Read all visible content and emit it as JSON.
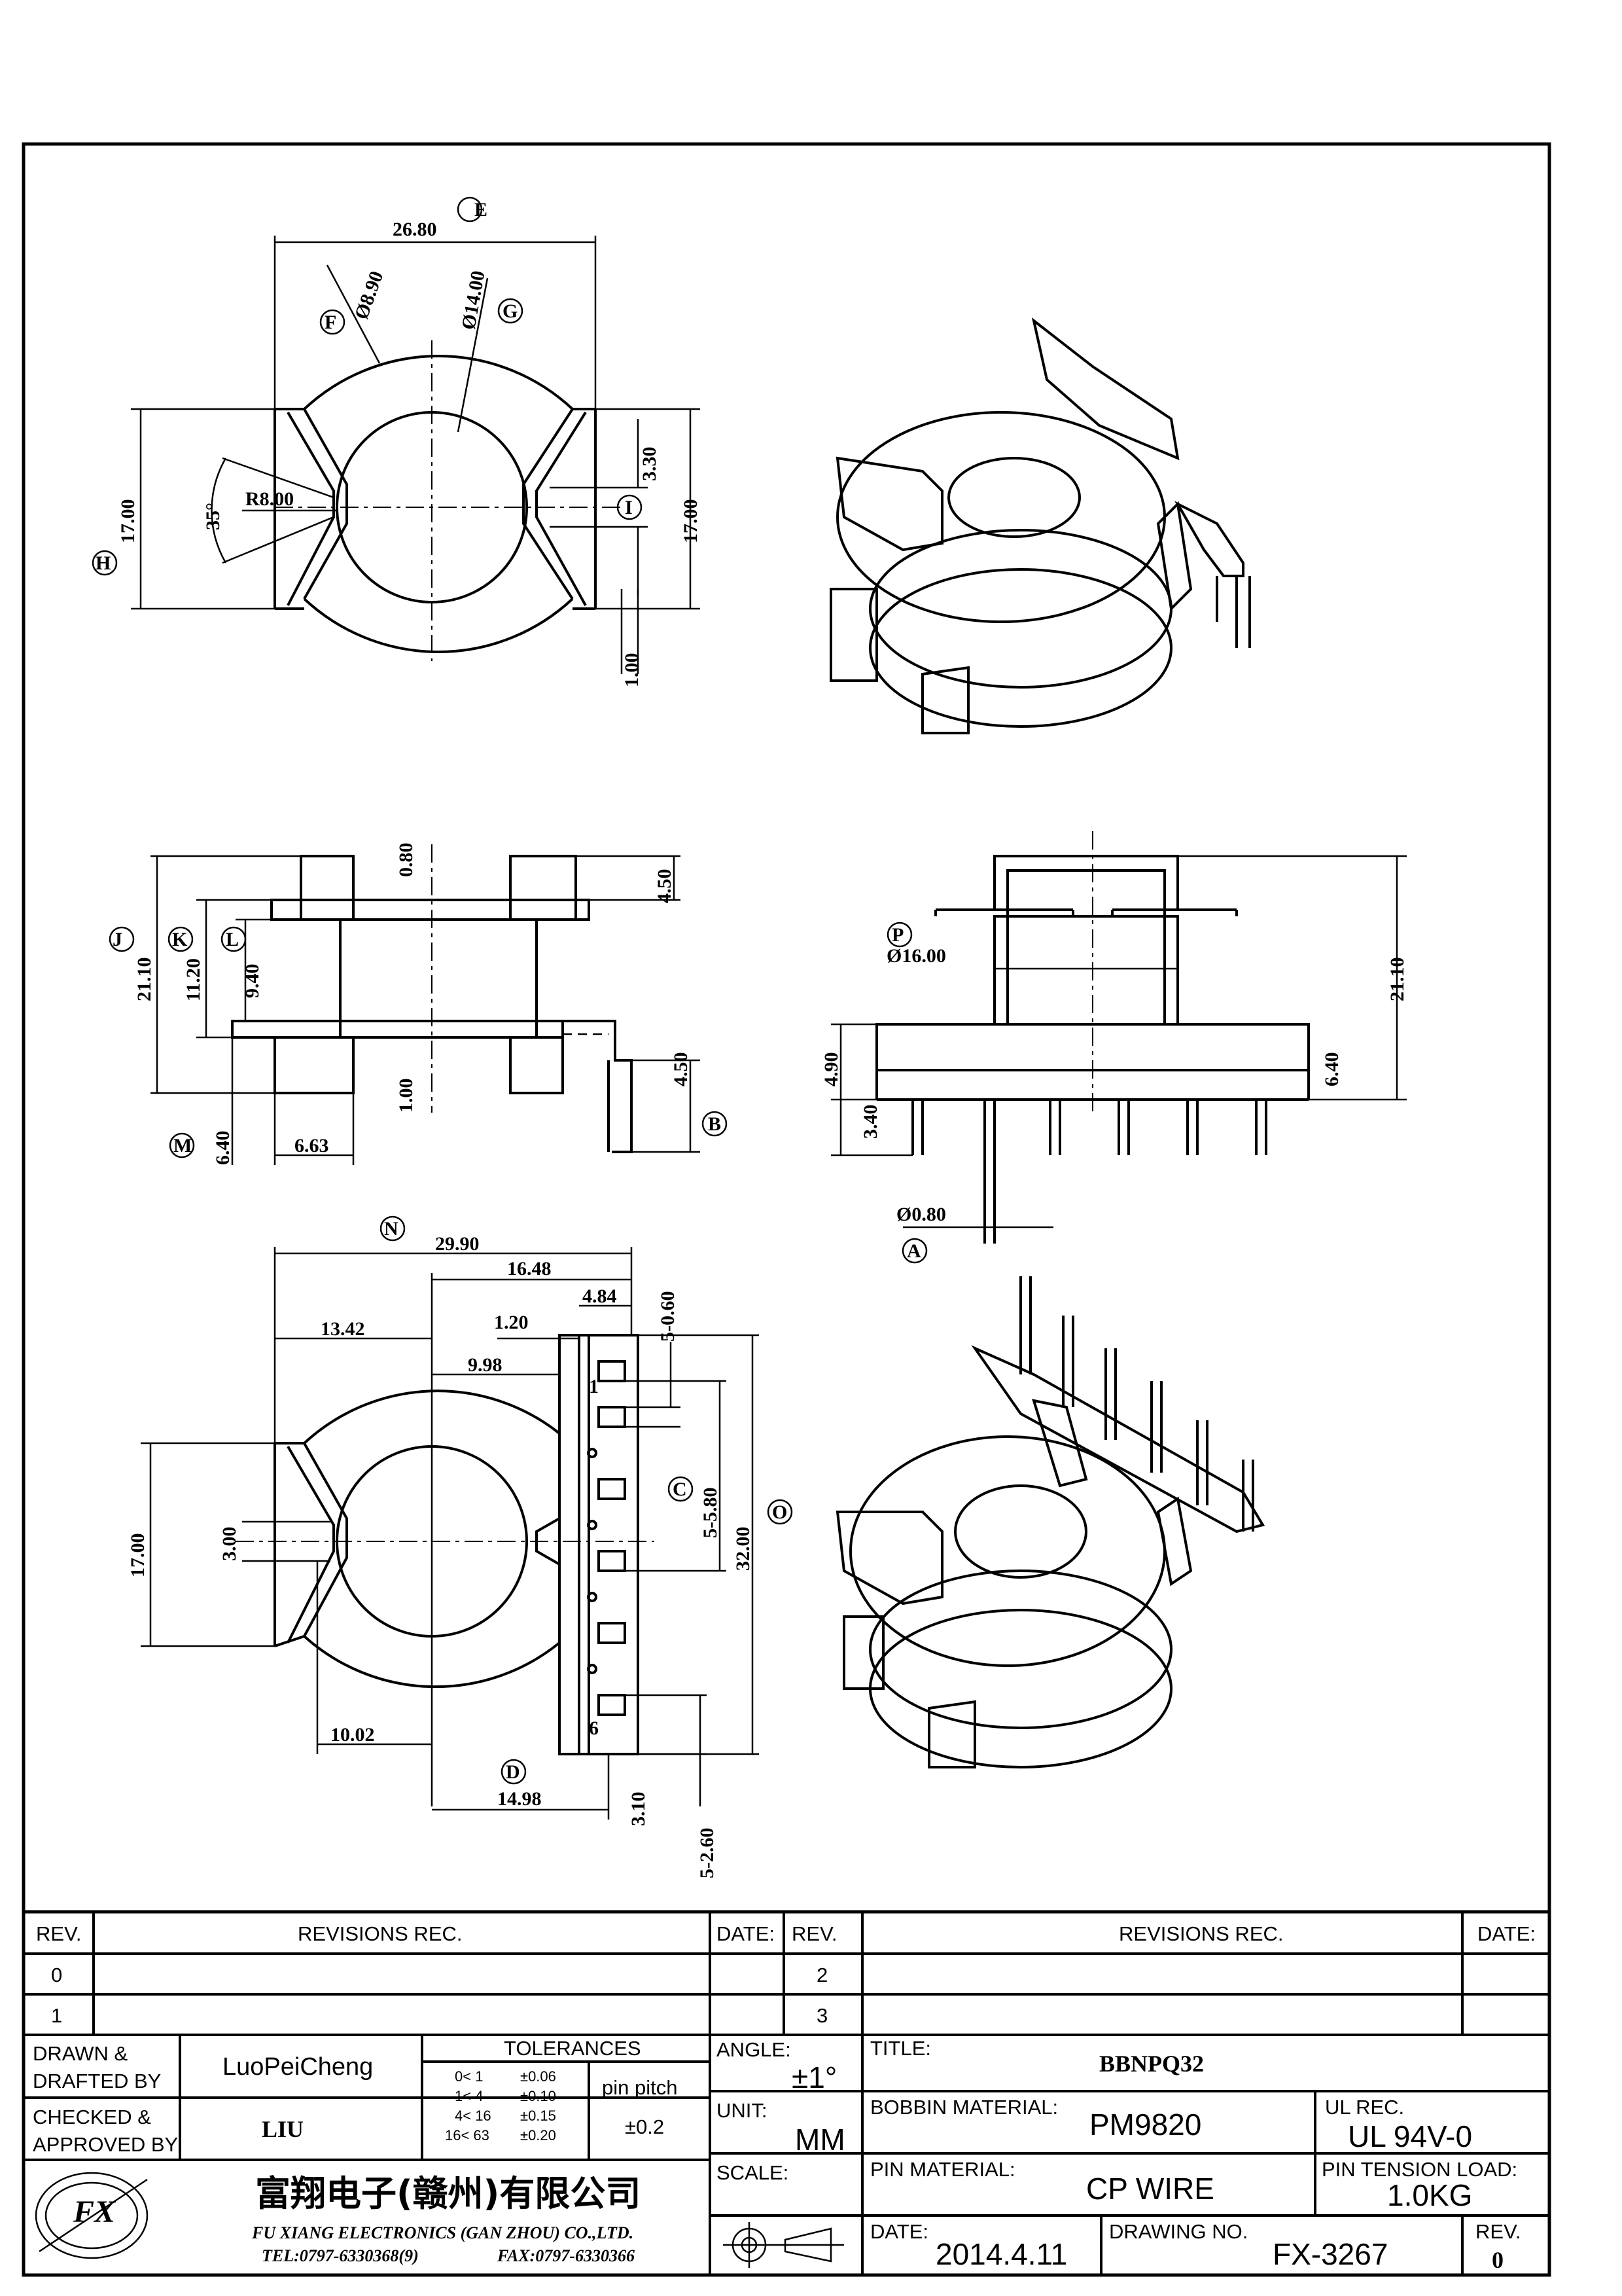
{
  "drawing": {
    "top_view": {
      "E": "E",
      "F": "F",
      "G": "G",
      "H": "H",
      "I": "I",
      "dim_width": "26.80",
      "dim_f": "Ø8.90",
      "dim_g": "Ø14.00",
      "dim_h": "17.00",
      "dim_angle": "35°",
      "dim_r": "R8.00",
      "dim_i": "3.30",
      "dim_right": "17.00",
      "dim_bottom": "1.00"
    },
    "side_view": {
      "J": "J",
      "K": "K",
      "L": "L",
      "M": "M",
      "B": "B",
      "dim_j": "21.10",
      "dim_k": "11.20",
      "dim_l": "9.40",
      "dim_m": "6.40",
      "dim_base": "6.63",
      "dim_top_flange": "0.80",
      "dim_top_h": "4.50",
      "dim_bot_flange": "1.00",
      "dim_b": "4.50"
    },
    "front_view": {
      "P": "P",
      "A": "A",
      "dim_p": "Ø16.00",
      "dim_pin_dia": "Ø0.80",
      "dim_total": "21.10",
      "dim_base_left": "4.90",
      "dim_pin_len": "3.40",
      "dim_base_right": "6.40"
    },
    "bottom_view": {
      "N": "N",
      "C": "C",
      "O": "O",
      "D": "D",
      "dim_n": "29.90",
      "dim_1648": "16.48",
      "dim_484": "4.84",
      "dim_1342": "13.42",
      "dim_120": "1.20",
      "dim_998": "9.98",
      "dim_17": "17.00",
      "dim_3": "3.00",
      "dim_1002": "10.02",
      "dim_d": "14.98",
      "dim_c": "5-5.80",
      "dim_o": "32.00",
      "dim_top_pin": "5-0.60",
      "dim_310": "3.10",
      "dim_bot_pin": "5-2.60",
      "pin1": "1",
      "pin6": "6"
    }
  },
  "title_block": {
    "rev_header": "REV.",
    "revisions_header": "REVISIONS   REC.",
    "date_header": "DATE:",
    "rev_header2": "REV.",
    "revisions_header2": "REVISIONS   REC.",
    "date_header2": "DATE:",
    "rev_rows": [
      "0",
      "1"
    ],
    "rev_rows2": [
      "2",
      "3"
    ],
    "drawn_label": "DRAWN  &\nDRAFTED  BY",
    "drawn_value": "LuoPeiCheng",
    "checked_label": "CHECKED  &\nAPPROVED  BY",
    "checked_value": "LIU",
    "tolerances_label": "TOLERANCES",
    "tolerances": [
      {
        "range": "0<   1",
        "value": "±0.06"
      },
      {
        "range": "1<   4",
        "value": "±0.10"
      },
      {
        "range": "4<   16",
        "value": "±0.15"
      },
      {
        "range": "16<   63",
        "value": "±0.20"
      }
    ],
    "pin_pitch_label": "pin  pitch",
    "pin_pitch_value": "±0.2",
    "angle_label": "ANGLE:",
    "angle_value": "±1°",
    "unit_label": "UNIT:",
    "unit_value": "MM",
    "scale_label": "SCALE:",
    "title_label": "TITLE:",
    "title_value": "BBNPQ32",
    "bobbin_material_label": "BOBBIN  MATERIAL:",
    "bobbin_material_value": "PM9820",
    "ul_label": "UL  REC.",
    "ul_value": "UL  94V-0",
    "pin_material_label": "PIN  MATERIAL:",
    "pin_material_value": "CP  WIRE",
    "pin_tension_label": "PIN  TENSION  LOAD:",
    "pin_tension_value": "1.0KG",
    "date_label": "DATE:",
    "date_value": "2014.4.11",
    "drawing_no_label": "DRAWING  NO.",
    "drawing_no_value": "FX-3267",
    "rev_label": "REV.",
    "rev_value": "0",
    "company_cn": "富翔电子(赣州)有限公司",
    "company_en": "FU  XIANG  ELECTRONICS  (GAN  ZHOU)  CO.,LTD.",
    "tel": "TEL:0797-6330368(9)",
    "fax": "FAX:0797-6330366",
    "logo_text": "FX"
  }
}
